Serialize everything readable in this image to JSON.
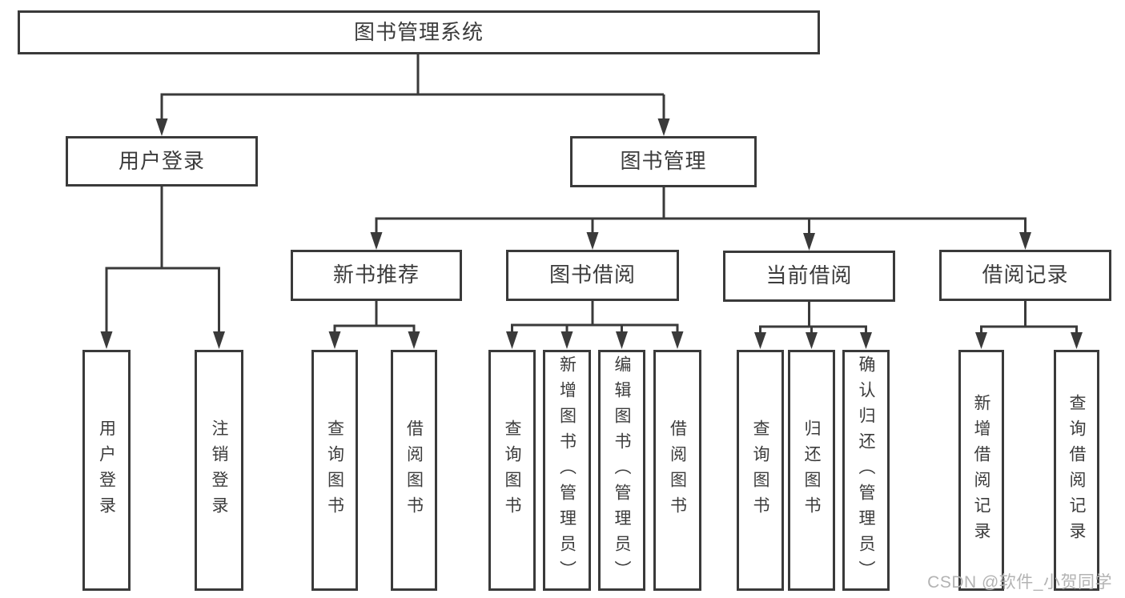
{
  "diagram": {
    "root": {
      "label": "图书管理系统",
      "children": [
        {
          "label": "用户登录",
          "children": [
            {
              "label": "用户登录"
            },
            {
              "label": "注销登录"
            }
          ]
        },
        {
          "label": "图书管理",
          "children": [
            {
              "label": "新书推荐",
              "children": [
                {
                  "label": "查询图书"
                },
                {
                  "label": "借阅图书"
                }
              ]
            },
            {
              "label": "图书借阅",
              "children": [
                {
                  "label": "查询图书"
                },
                {
                  "label": "新增图书（管理员）"
                },
                {
                  "label": "编辑图书（管理员）"
                },
                {
                  "label": "借阅图书"
                }
              ]
            },
            {
              "label": "当前借阅",
              "children": [
                {
                  "label": "查询图书"
                },
                {
                  "label": "归还图书"
                },
                {
                  "label": "确认归还（管理员）"
                }
              ]
            },
            {
              "label": "借阅记录",
              "children": [
                {
                  "label": "新增借阅记录"
                },
                {
                  "label": "查询借阅记录"
                }
              ]
            }
          ]
        }
      ]
    }
  },
  "watermark": {
    "text": "CSDN @软件_小贺同学"
  },
  "colors": {
    "line": "#3a3a3a",
    "box_border": "#3a3a3a",
    "text": "#3c3c3c",
    "background": "#ffffff",
    "watermark": "#b3b3b3"
  }
}
